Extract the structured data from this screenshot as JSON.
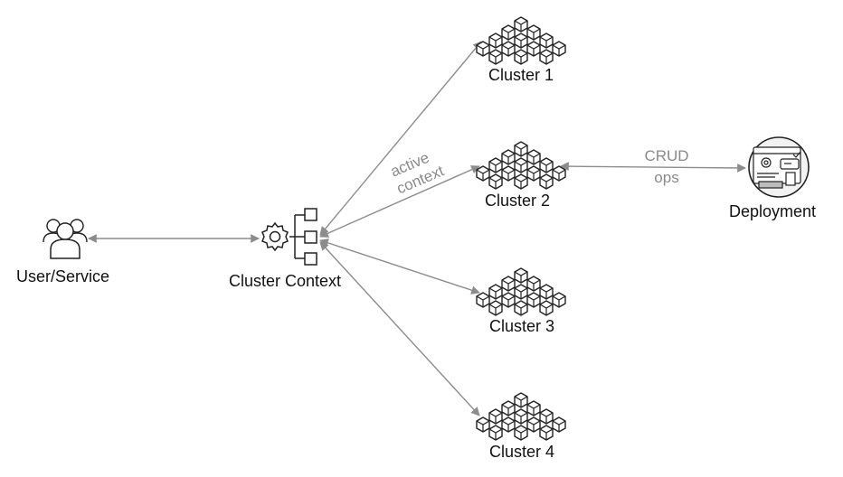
{
  "nodes": {
    "user": {
      "label": "User/Service",
      "icon": "user-group-icon"
    },
    "context": {
      "label": "Cluster Context",
      "icon": "gear-hierarchy-icon"
    },
    "cluster1": {
      "label": "Cluster 1",
      "icon": "cube-cluster-icon"
    },
    "cluster2": {
      "label": "Cluster 2",
      "icon": "cube-cluster-icon"
    },
    "cluster3": {
      "label": "Cluster 3",
      "icon": "cube-cluster-icon"
    },
    "cluster4": {
      "label": "Cluster 4",
      "icon": "cube-cluster-icon"
    },
    "deployment": {
      "label": "Deployment",
      "icon": "deployment-badge-icon"
    }
  },
  "edges": {
    "active_context": {
      "line1": "active",
      "line2": "context"
    },
    "crud_ops": {
      "line1": "CRUD",
      "line2": "ops"
    }
  },
  "colors": {
    "edge": "#8c8c8c",
    "label_text": "#111111",
    "edge_label": "#8a8a8a",
    "icon_stroke": "#222222"
  }
}
